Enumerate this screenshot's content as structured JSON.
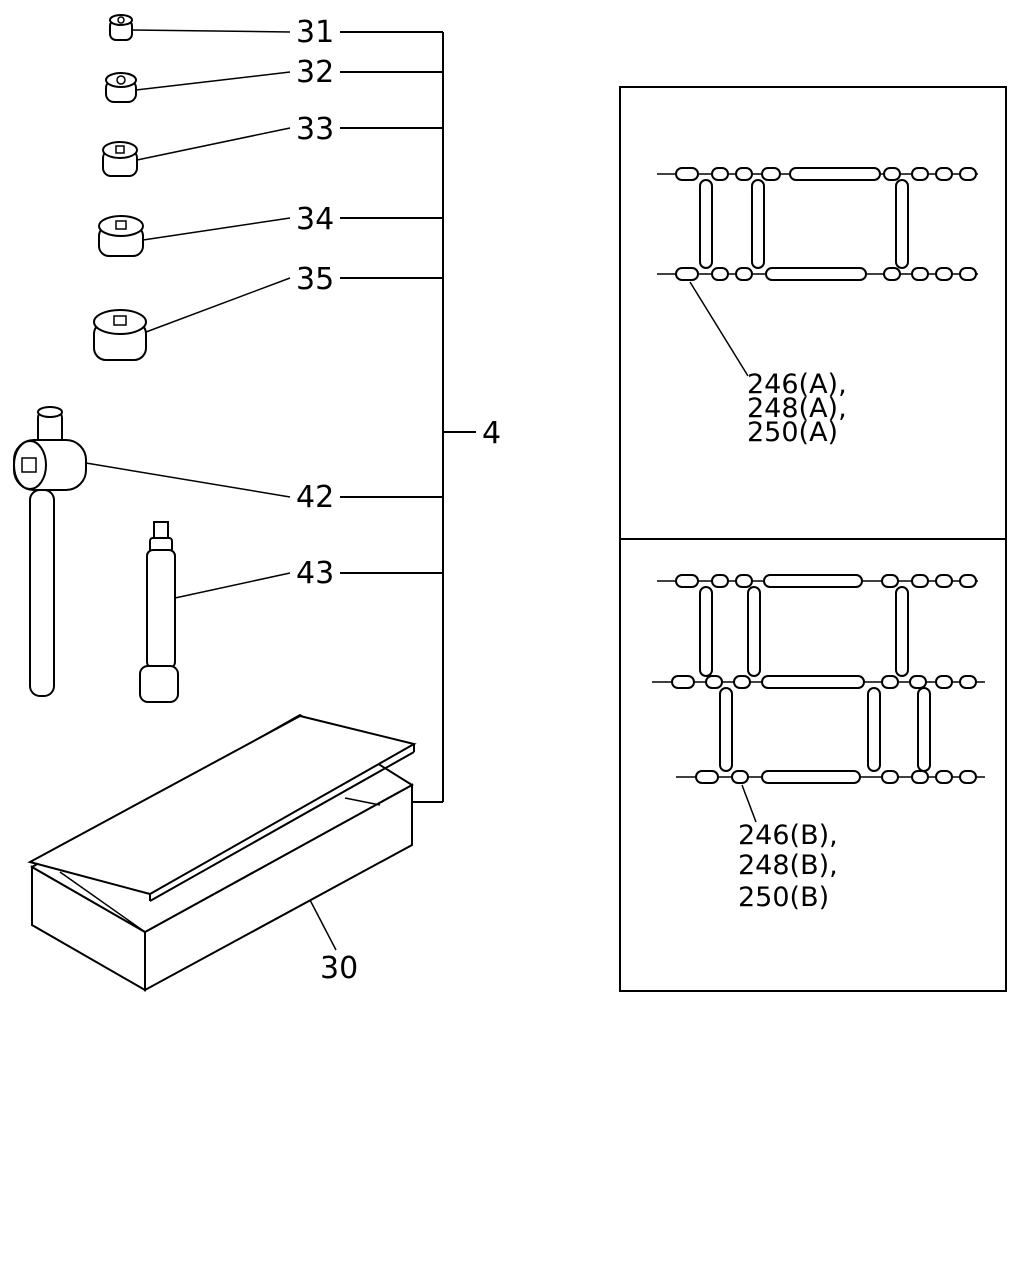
{
  "callouts": {
    "c31": "31",
    "c32": "32",
    "c33": "33",
    "c34": "34",
    "c35": "35",
    "c4": "4",
    "c42": "42",
    "c43": "43",
    "c30": "30"
  },
  "panel_a": {
    "line1": "246(A),",
    "line2": "248(A),",
    "line3": "250(A)"
  },
  "panel_b": {
    "line1": "246(B),",
    "line2": "248(B),",
    "line3": "250(B)"
  }
}
